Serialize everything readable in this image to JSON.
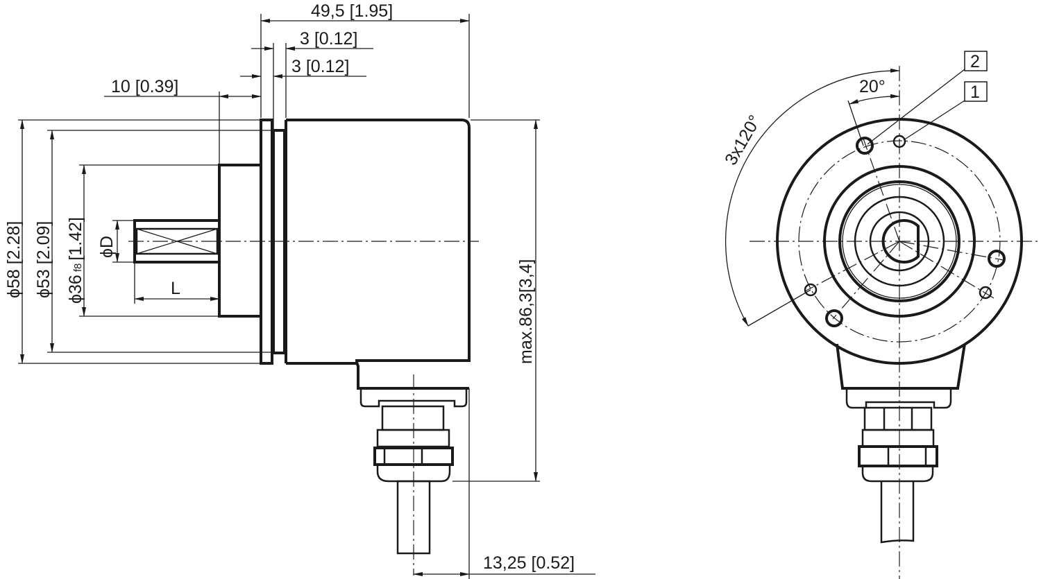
{
  "drawing": {
    "type": "technical dimension drawing",
    "subject": "rotary encoder with clamping flange and cable gland",
    "views": [
      "side-view",
      "front-view"
    ]
  },
  "side_view": {
    "dimensions": {
      "overall_length": "49,5 [1.95]",
      "flange_1": "3 [0.12]",
      "flange_2": "3 [0.12]",
      "spigot_length": "10 [0.39]",
      "body_diameter": "58 [2.28]",
      "flange_diameter": "53 [2.09]",
      "spigot_diameter_value": "36",
      "spigot_diameter_tolerance": "f8",
      "spigot_diameter_inch": "[1.42]",
      "shaft_diameter": "D",
      "shaft_length": "L",
      "max_height": "max.86,3",
      "max_height_inch": "[3,4]",
      "cable_offset": "13,25 [0.52]"
    },
    "diameter_symbol": "ϕ"
  },
  "front_view": {
    "angles": {
      "hole_pattern": "3x120°",
      "offset": "20°"
    },
    "callouts": [
      {
        "id": "2"
      },
      {
        "id": "1"
      }
    ]
  }
}
